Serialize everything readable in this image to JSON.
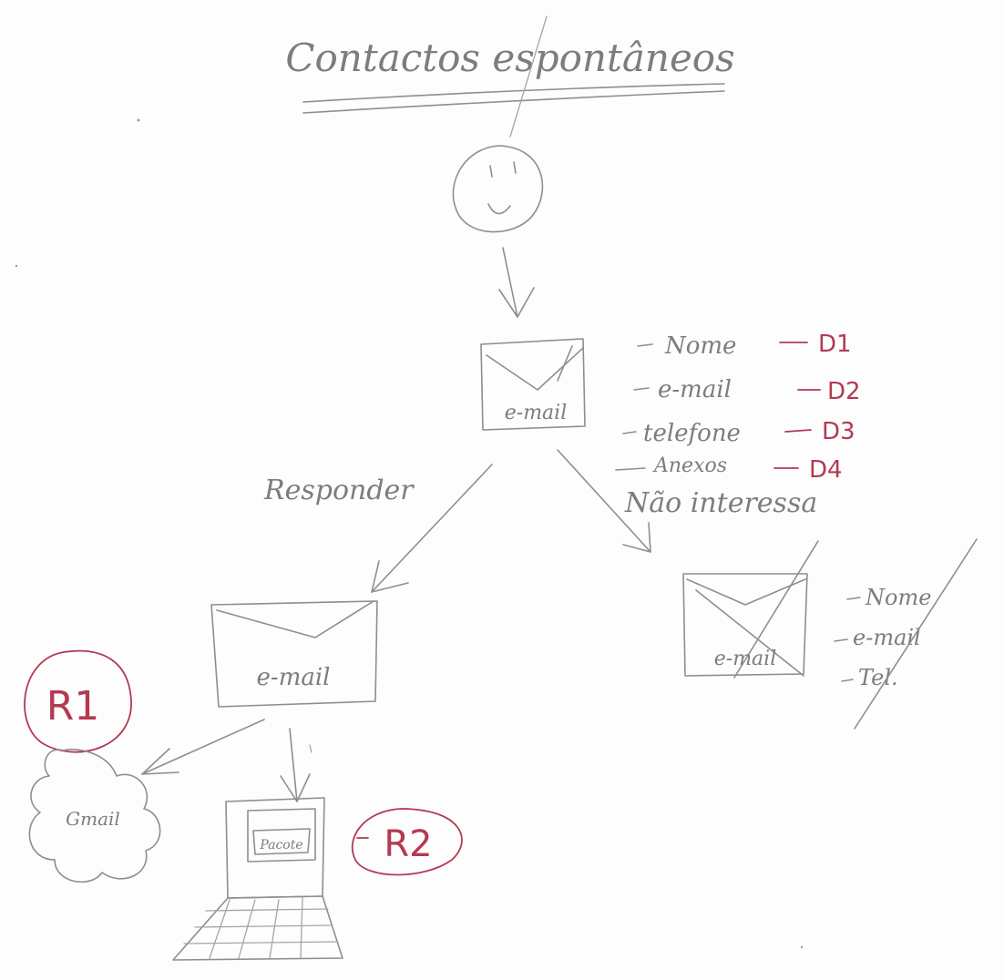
{
  "title": "Contactos espontâneos",
  "incoming_email": {
    "label": "e-mail",
    "fields": [
      {
        "label": "Nome",
        "code": "D1"
      },
      {
        "label": "e-mail",
        "code": "D2"
      },
      {
        "label": "telefone",
        "code": "D3"
      },
      {
        "label": "Anexos",
        "code": "D4"
      }
    ]
  },
  "branch_left": {
    "label": "Responder",
    "email_label": "e-mail"
  },
  "branch_right": {
    "label": "Não interessa",
    "email_label": "e-mail",
    "crossed_fields": [
      "Nome",
      "e-mail",
      "Tel."
    ]
  },
  "gmail": {
    "label": "Gmail",
    "code": "R1"
  },
  "laptop": {
    "screen_label": "Pacote",
    "code": "R2"
  }
}
